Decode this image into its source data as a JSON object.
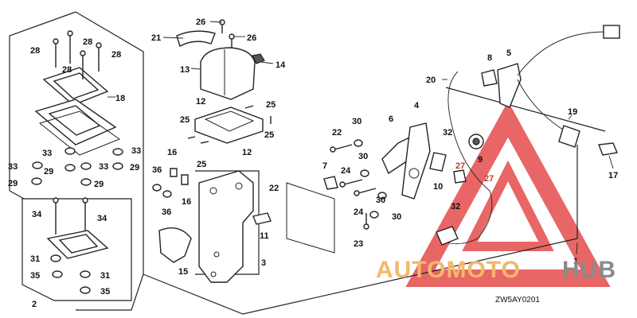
{
  "diagram": {
    "drawing_code": "ZW5AY0201",
    "watermark": {
      "part1": "AUTOMOTO",
      "part2": "HUB"
    },
    "colors": {
      "line": "#222222",
      "watermark_triangle": "#e44b4b",
      "watermark_orange": "#f3b86a",
      "watermark_gray": "#8a8a8a",
      "red_callout": "#c0392b"
    },
    "callouts": {
      "c1": "1",
      "c2": "2",
      "c3": "3",
      "c4": "4",
      "c5": "5",
      "c6": "6",
      "c7": "7",
      "c8": "8",
      "c9": "9",
      "c10": "10",
      "c11": "11",
      "c12a": "12",
      "c12b": "12",
      "c13": "13",
      "c14": "14",
      "c15": "15",
      "c16a": "16",
      "c16b": "16",
      "c17": "17",
      "c18": "18",
      "c19": "19",
      "c20": "20",
      "c21": "21",
      "c22a": "22",
      "c22b": "22",
      "c23": "23",
      "c24a": "24",
      "c24b": "24",
      "c25a": "25",
      "c25b": "25",
      "c25c": "25",
      "c25d": "25",
      "c26a": "26",
      "c26b": "26",
      "c27a": "27",
      "c27b": "27",
      "c28a": "28",
      "c28b": "28",
      "c28c": "28",
      "c28d": "28",
      "c29a": "29",
      "c29b": "29",
      "c29c": "29",
      "c30a": "30",
      "c30b": "30",
      "c30c": "30",
      "c30d": "30",
      "c31a": "31",
      "c31b": "31",
      "c32a": "32",
      "c32b": "32",
      "c33a": "33",
      "c33b": "33",
      "c33c": "33",
      "c33d": "33",
      "c34a": "34",
      "c34b": "34",
      "c35a": "35",
      "c35b": "35",
      "c36a": "36",
      "c36b": "36"
    }
  }
}
